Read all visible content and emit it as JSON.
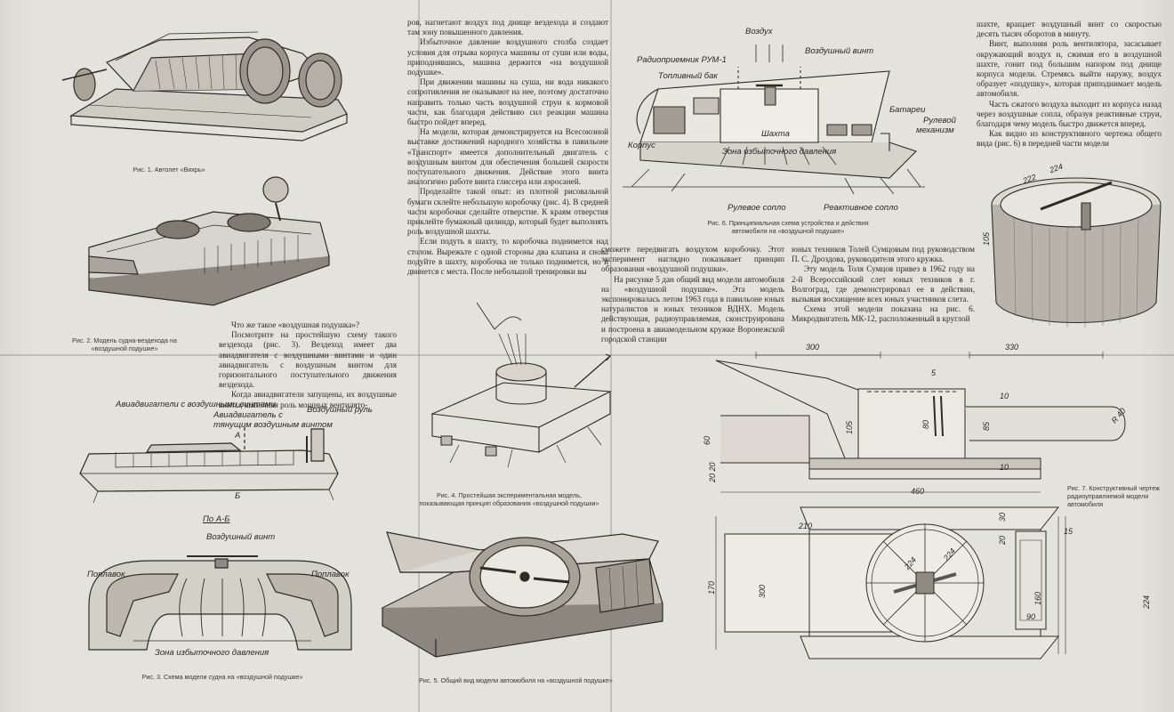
{
  "columns": {
    "c1": [
      "ров, нагнетают воздух под днище вездехода и создают там зону повышенного давления.",
      "Избыточное давление воздушного столба создает условия для отрыва корпуса машины от суши или воды, приподнявшись, машина держится «на воздушной подушке».",
      "При движении машины на суша, ни вода никакого сопротивления не оказывают на нее, поэтому достаточно направить только часть воздушной струи к кормовой части, как благодаря действию сил реакции машина быстро пойдет вперед.",
      "На модели, которая демонстрируется на Всесоюзной выставке достижений народного хозяйства в павильоне «Транспорт» имеется дополнительный двигатель с воздушным винтом для обеспечения большей скорости поступательного движения. Действие этого винта аналогично работе винта глиссера или аэросаней.",
      "Проделайте такой опыт: из плотной рисовальной бумаги склейте небольшую коробочку (рис. 4). В средней части коробочки сделайте отверстие. К краям отверстия приклейте бумажный цилиндр, который будет выполнять роль воздушной шахты.",
      "Если подуть в шахту, то коробочка поднимется над столом. Вырежьте с одной стороны два клапана и снова подуйте в шахту, коробочка не только поднимется, но и двинется с места. После небольшой тренировки вы"
    ],
    "c2": [
      "сможете передвигать воздухом коробочку. Этот эксперимент наглядно показывает принцип образования «воздушной подушки».",
      "На рисунке 5 дан общий вид модели автомобиля на «воздушной подушке». Эта модель экспонировалась летом 1963 года в павильоне юных натуралистов и юных техников ВДНХ. Модель действующая, радиоуправляемая, сконструирована и построена в авиамодельном кружке Воронежской городской станции"
    ],
    "c3": [
      "юных техников Толей Сумцовым под руководством П. С. Дроздова, руководителя этого кружка.",
      "Эту модель Толя Сумцов привез в 1962 году на 2-й Всероссийский слет юных техников в г. Волгоград, где демонстрировал ее в действии, вызывая восхищение всех юных участников слета.",
      "Схема этой модели показана на рис. 6. Микродвигатель МК-12, расположенный в круглой"
    ],
    "c4": [
      "шахте, вращает воздушный винт со скоростью десять тысяч оборотов в минуту.",
      "Винт, выполняя роль вентилятора, засасывает окружающий воздух и, сжимая его в воздушной шахте, гонит под большим напором под днище корпуса модели. Стремясь выйти наружу, воздух образует «подушку», которая приподнимает модель автомобиля.",
      "Часть сжатого воздуха выходит из корпуса назад через воздушные сопла, образуя реактивные струи, благодаря чему модель быстро движется вперед.",
      "Как видно из конструктивного чертежа общего вида (рис. 6) в передней части модели"
    ],
    "c5": [
      "Что же такое «воздушная подушка»?",
      "Посмотрите на простейшую схему такого вездехода (рис. 3). Вездеход имеет два авиадвигателя с воздушными винтами и один авиадвигатель с воздушным винтом для горизонтального поступательного движения вездехода.",
      "Когда авиадвигатели запущены, их воздушные винты, выполняя роль мощных вентилято-"
    ]
  },
  "captions": {
    "fig1": "Рис. 1. Автолет «Вихрь»",
    "fig2": "Рис. 2. Модель судна-вездехода на «воздушной подушке»",
    "fig3": "Рис. 3. Схема модели судна на «воздушной подушке»",
    "fig4": "Рис. 4. Простейшая экспериментальная модель, показывающая принцип образования «воздушной подушки»",
    "fig5": "Рис. 5. Общий вид модели автомобиля на «воздушной подушке»",
    "fig6": "Рис. 6. Принципиальная схема устройства и действия автомобиля на «воздушной подушке»",
    "fig7": "Рис. 7. Конструктивный чертеж радиоуправляемой модели автомобиля"
  },
  "labels": {
    "engines_with_props": "Авиадвигатели с воздушными винтами",
    "engine_pulling": "Авиадвигатель с",
    "engine_pulling2": "тянущим воздушным винтом",
    "air_rudder": "Воздушный руль",
    "section_ab": "По А-Б",
    "air_prop": "Воздушный винт",
    "float_left": "Поплавок",
    "float_right": "Поплавок",
    "pressure_zone": "Зона избыточного давления",
    "mark_a": "А",
    "mark_b": "Б",
    "f6_air": "Воздух",
    "f6_prop": "Воздушный винт",
    "f6_radio": "Радиоприемник РУМ-1",
    "f6_tank": "Топливный бак",
    "f6_battery": "Батареи",
    "f6_rudder": "Рулевой",
    "f6_rudder2": "механизм",
    "f6_shaft": "Шахта",
    "f6_hull": "Корпус",
    "f6_zone": "Зона избыточного давления",
    "f6_steer_nozzle": "Рулевое сопло",
    "f6_jet_nozzle": "Реактивное сопло"
  },
  "dims": {
    "d300": "300",
    "d330": "330",
    "d5": "5",
    "d10a": "10",
    "d10b": "10",
    "d105": "105",
    "d80": "80",
    "d85": "85",
    "dR40": "R 40",
    "d60": "60",
    "d2020": "20 20",
    "d460": "460",
    "d210": "210",
    "d30": "30",
    "d20": "20",
    "d15": "15",
    "d170": "170",
    "d300v": "300",
    "d224a": "224",
    "d224b": "224",
    "d160": "160",
    "d90": "90",
    "d224v": "224",
    "c224": "224",
    "c222": "222",
    "c105": "105"
  }
}
